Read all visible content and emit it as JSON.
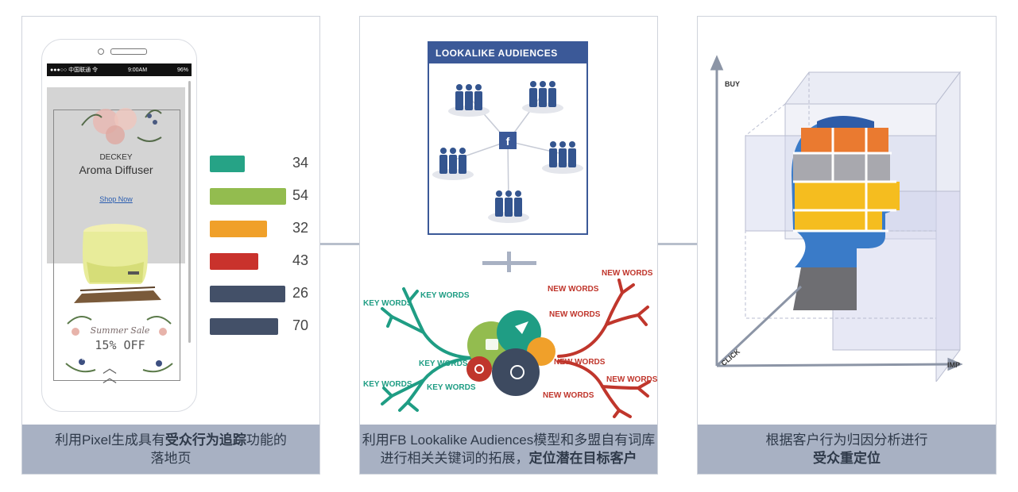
{
  "panel1": {
    "phone": {
      "carrier": "●●●○○ 中国联通 令",
      "time": "9:00AM",
      "battery": "96%",
      "brand": "DECKEY",
      "product": "Aroma Diffuser",
      "link": "Shop Now",
      "promo_title": "Summer Sale",
      "promo_offer": "15% OFF"
    },
    "bars": [
      {
        "value": 34,
        "color": "#26a386",
        "fill": 0.37
      },
      {
        "value": 54,
        "color": "#93bc4f",
        "fill": 0.8
      },
      {
        "value": 32,
        "color": "#f0a02a",
        "fill": 0.6
      },
      {
        "value": 43,
        "color": "#c9322c",
        "fill": 0.51
      },
      {
        "value": 26,
        "color": "#435068",
        "fill": 0.79
      },
      {
        "value": 70,
        "color": "#435068",
        "fill": 0.72
      }
    ],
    "caption_pre": "利用Pixel生成具有",
    "caption_bold": "受众行为追踪",
    "caption_post": "功能的",
    "caption_line2": "落地页"
  },
  "panel2": {
    "lookalike_title": "LOOKALIKE AUDIENCES",
    "fb_glyph": "f",
    "key_words_label": "KEY WORDS",
    "new_words_label": "NEW WORDS",
    "caption_line1": "利用FB Lookalike Audiences模型和多盟自有词库",
    "caption_line2_pre": "进行相关关键词的拓展，",
    "caption_line2_bold": "定位潜在目标客户"
  },
  "panel3": {
    "axis_y": "BUY",
    "axis_x": "IMP",
    "axis_z": "CLICK",
    "caption_line1": "根据客户行为归因分析进行",
    "caption_line2": "受众重定位"
  },
  "colors": {
    "teal": "#1f9d84",
    "red": "#c0362c",
    "facebook_blue": "#3b5998",
    "caption_bg": "#a8b1c3"
  }
}
